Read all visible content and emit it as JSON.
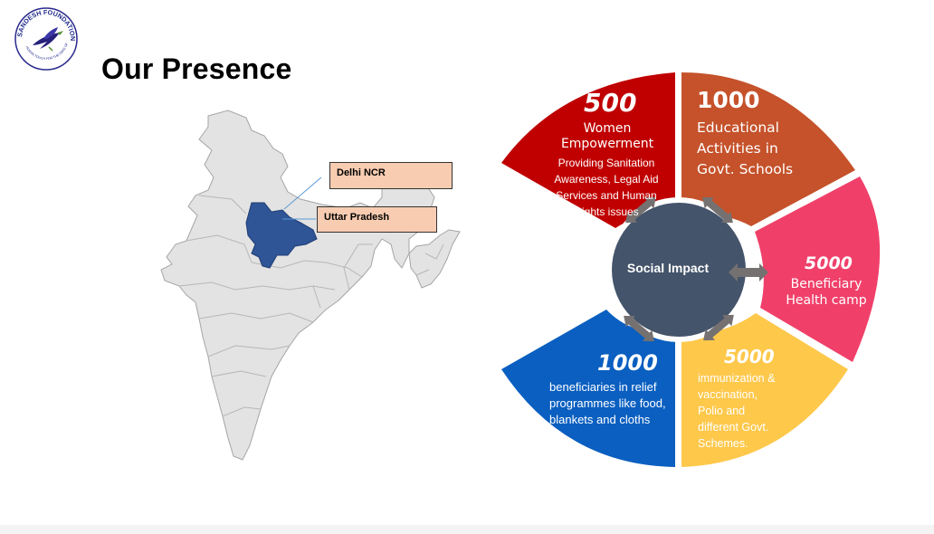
{
  "logo": {
    "text": "SANDESH FOUNDATION",
    "tagline": "HUMAN TOUCH FOR THE SAKE OF INDIA"
  },
  "title": "Our Presence",
  "map": {
    "callouts": [
      {
        "label": "Delhi NCR"
      },
      {
        "label": "Uttar Pradesh"
      }
    ],
    "colors": {
      "land": "#e3e3e3",
      "border": "#a5a5a5",
      "highlight": "#2f5597",
      "callout_bg": "#f7ccb1"
    }
  },
  "impact": {
    "center": "Social Impact",
    "segments": [
      {
        "number": "500",
        "lines": [
          "Women",
          "Empowerment"
        ],
        "detail": [
          "Providing Sanitation",
          "Awareness, Legal Aid",
          "Services and Human",
          "Rights issues"
        ],
        "color": "#c00000"
      },
      {
        "number": "1000",
        "lines": [
          "Educational",
          "Activities in",
          "Govt. Schools"
        ],
        "color": "#c5522b"
      },
      {
        "number": "5000",
        "lines": [
          "Beneficiary",
          "Health camp"
        ],
        "color": "#f0406a"
      },
      {
        "number": "5000",
        "lines": [
          "immunization &",
          "vaccination,",
          "Polio and",
          "different Govt.",
          "Schemes."
        ],
        "color": "#fec84b"
      },
      {
        "number": "1000",
        "lines": [
          "beneficiaries in relief",
          "programmes like food,",
          "blankets and cloths"
        ],
        "color": "#0a5fc0"
      }
    ],
    "colors": {
      "center": "#44546a",
      "arrow": "#767171"
    }
  }
}
